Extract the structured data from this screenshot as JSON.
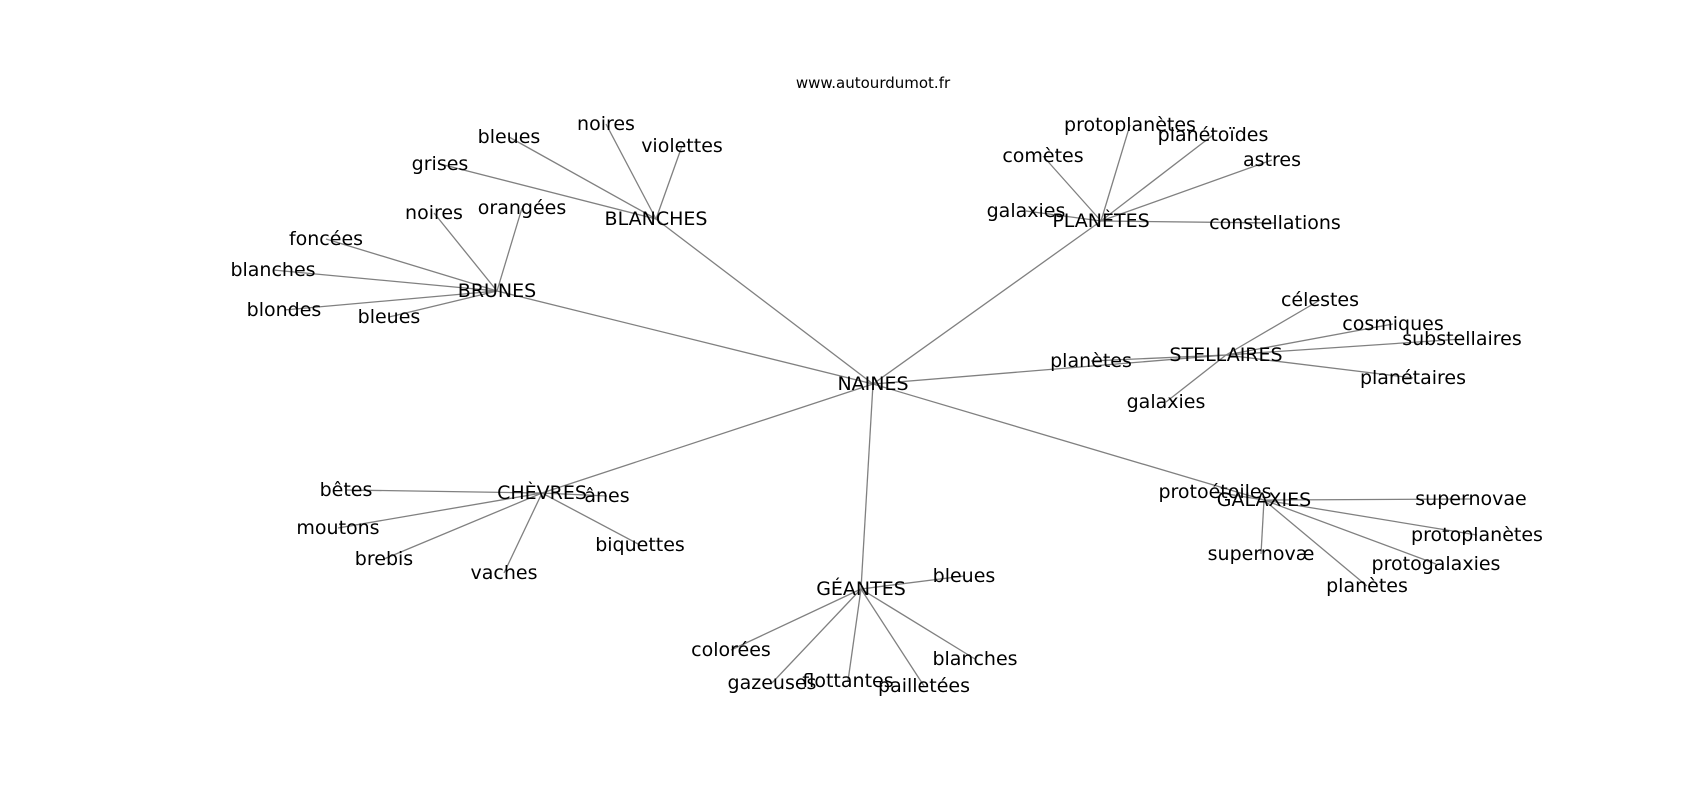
{
  "site": "www.autourdumot.fr",
  "root": "NAINES",
  "groups": [
    {
      "hub": "BLANCHES",
      "words": [
        "noires",
        "violettes",
        "bleues",
        "grises"
      ]
    },
    {
      "hub": "BRUNES",
      "words": [
        "noires",
        "orangées",
        "foncées",
        "blanches",
        "blondes",
        "bleues"
      ]
    },
    {
      "hub": "PLANÈTES",
      "words": [
        "protoplanètes",
        "planétoïdes",
        "comètes",
        "astres",
        "galaxies",
        "constellations"
      ]
    },
    {
      "hub": "STELLAIRES",
      "words": [
        "célestes",
        "cosmiques",
        "substellaires",
        "planètes",
        "planétaires",
        "galaxies"
      ]
    },
    {
      "hub": "CHÈVRES",
      "words": [
        "bêtes",
        "ânes",
        "moutons",
        "brebis",
        "biquettes",
        "vaches"
      ]
    },
    {
      "hub": "GALAXIES",
      "words": [
        "protoétoiles",
        "supernovae",
        "protoplanètes",
        "supernovæ",
        "protogalaxies",
        "planètes"
      ]
    },
    {
      "hub": "GÉANTES",
      "words": [
        "bleues",
        "colorées",
        "blanches",
        "gazeuses",
        "flottantes",
        "pailletées"
      ]
    }
  ]
}
